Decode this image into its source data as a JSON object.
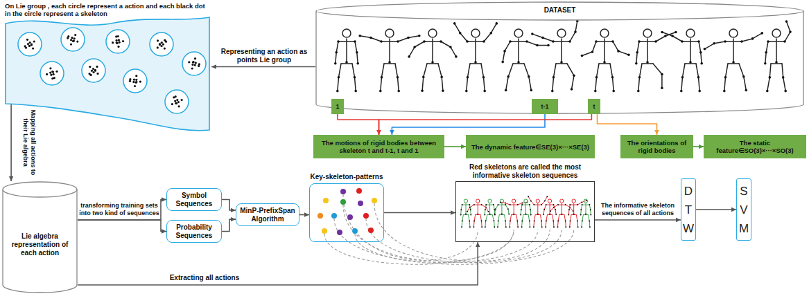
{
  "diagram": {
    "nodes": [
      {
        "text": [
          "On Lie group , each circle represent a action and each black dot in the circle represent a skeleton"
        ]
      },
      {
        "text": [
          "DATASET"
        ]
      },
      {
        "text": [
          "1"
        ],
        "in": 1
      },
      {
        "text": [
          "t-1"
        ],
        "in": 1
      },
      {
        "text": [
          "t"
        ],
        "in": 1
      },
      {
        "text": [
          "The motions of rigid bodies between skeleton t and t-1, t and 1"
        ]
      },
      {
        "text": [
          "The dynamic feature∈SE(3)×···×SE(3)"
        ]
      },
      {
        "text": [
          "The orientations of rigid bodies"
        ]
      },
      {
        "text": [
          "The static feature∈SO(3)×···×SO(3)"
        ]
      },
      {
        "text": [
          "Lie algebra representation of each action"
        ]
      },
      {
        "text": [
          "Symbol Sequences"
        ]
      },
      {
        "text": [
          "Probability Sequences"
        ]
      },
      {
        "text": [
          "MinP-PrefixSpan Algorithm"
        ]
      },
      {
        "text": [
          "Key-skeleton-patterns"
        ]
      },
      {
        "text": [
          "Red skeletons are called the most informative skeleton sequences"
        ]
      },
      {
        "text": [
          "D T W"
        ]
      },
      {
        "text": [
          "S V M"
        ]
      }
    ],
    "edges": [
      {
        "from": 1,
        "to": 0,
        "arrow": "to",
        "label": "Representing an action as points Lie group"
      },
      {
        "from": 2,
        "to": 5,
        "arrow": "to"
      },
      {
        "from": 3,
        "to": 5,
        "arrow": "to"
      },
      {
        "from": 4,
        "to": 5,
        "arrow": "to"
      },
      {
        "from": 4,
        "to": 7,
        "arrow": "to"
      },
      {
        "from": 5,
        "to": 6,
        "arrow": "to"
      },
      {
        "from": 7,
        "to": 8,
        "arrow": "to"
      },
      {
        "from": 0,
        "to": 9,
        "arrow": "to",
        "label": "Mapping all actions to their Lie algebra"
      },
      {
        "from": 9,
        "to": 10,
        "arrow": "to",
        "label": "transforming training sets into two kind of sequences"
      },
      {
        "from": 9,
        "to": 11,
        "arrow": "to"
      },
      {
        "from": 10,
        "to": 12,
        "arrow": "to"
      },
      {
        "from": 11,
        "to": 12,
        "arrow": "to"
      },
      {
        "from": 12,
        "to": 13,
        "arrow": "to"
      },
      {
        "from": 13,
        "to": 14,
        "arrow": "to"
      },
      {
        "from": 9,
        "to": 14,
        "arrow": "to",
        "label": "Extracting all actions"
      },
      {
        "from": 14,
        "to": 15,
        "arrow": "to",
        "label": "The informative skeleton sequences of all actions"
      },
      {
        "from": 15,
        "to": 16,
        "arrow": "to"
      }
    ]
  }
}
